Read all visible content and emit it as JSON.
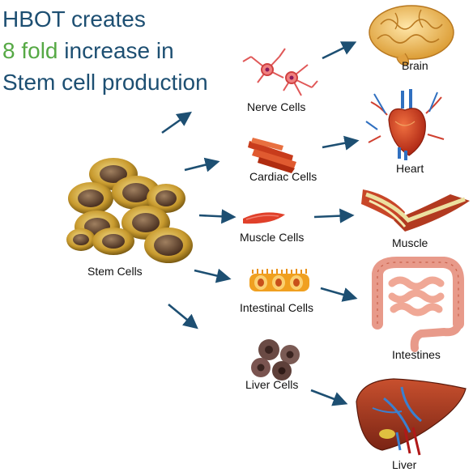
{
  "title": {
    "line1": "HBOT creates",
    "line2_highlight": "8 fold",
    "line2_rest": " increase in",
    "line3": "Stem cell production",
    "color": "#1d4f72",
    "highlight_color": "#56a945"
  },
  "source": {
    "label": "Stem Cells"
  },
  "cell_types": [
    {
      "label": "Nerve Cells",
      "icon": "nerve-cells-icon"
    },
    {
      "label": "Cardiac Cells",
      "icon": "cardiac-cells-icon"
    },
    {
      "label": "Muscle Cells",
      "icon": "muscle-cells-icon"
    },
    {
      "label": "Intestinal Cells",
      "icon": "intestinal-cells-icon"
    },
    {
      "label": "Liver Cells",
      "icon": "liver-cells-icon"
    }
  ],
  "organs": [
    {
      "label": "Brain",
      "icon": "brain-icon"
    },
    {
      "label": "Heart",
      "icon": "heart-icon"
    },
    {
      "label": "Muscle",
      "icon": "muscle-icon"
    },
    {
      "label": "Intestines",
      "icon": "intestines-icon"
    },
    {
      "label": "Liver",
      "icon": "liver-icon"
    }
  ],
  "arrow_color": "#1d4f72"
}
